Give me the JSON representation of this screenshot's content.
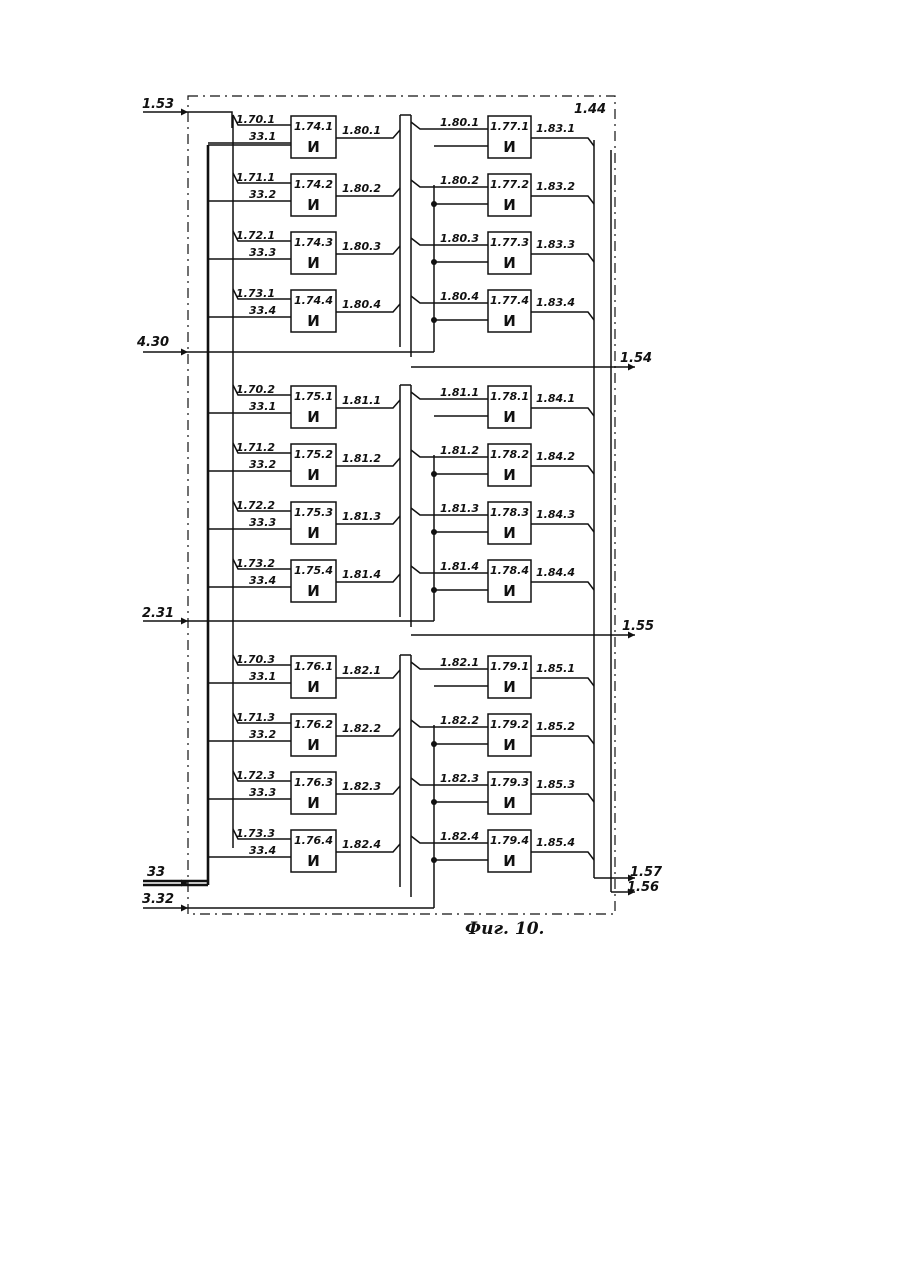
{
  "frame_label": "1.44",
  "caption": "Фиг. 10.",
  "external": {
    "in_1_53": "1.53",
    "in_4_30": "4.30",
    "in_2_31": "2.31",
    "in_33": "33",
    "in_3_32": "3.32",
    "out_1_54": "1.54",
    "out_1_55": "1.55",
    "out_1_57": "1.57",
    "out_1_56": "1.56"
  },
  "sections": [
    {
      "left": [
        {
          "in_top": "1.70.1",
          "in_bot": "33.1",
          "id": "1.74.1",
          "fn": "И",
          "out": "1.80.1"
        },
        {
          "in_top": "1.71.1",
          "in_bot": "33.2",
          "id": "1.74.2",
          "fn": "И",
          "out": "1.80.2"
        },
        {
          "in_top": "1.72.1",
          "in_bot": "33.3",
          "id": "1.74.3",
          "fn": "И",
          "out": "1.80.3"
        },
        {
          "in_top": "1.73.1",
          "in_bot": "33.4",
          "id": "1.74.4",
          "fn": "И",
          "out": "1.80.4"
        }
      ],
      "right": [
        {
          "in": "1.80.1",
          "id": "1.77.1",
          "fn": "И",
          "out": "1.83.1"
        },
        {
          "in": "1.80.2",
          "id": "1.77.2",
          "fn": "И",
          "out": "1.83.2"
        },
        {
          "in": "1.80.3",
          "id": "1.77.3",
          "fn": "И",
          "out": "1.83.3"
        },
        {
          "in": "1.80.4",
          "id": "1.77.4",
          "fn": "И",
          "out": "1.83.4"
        }
      ]
    },
    {
      "left": [
        {
          "in_top": "1.70.2",
          "in_bot": "33.1",
          "id": "1.75.1",
          "fn": "И",
          "out": "1.81.1"
        },
        {
          "in_top": "1.71.2",
          "in_bot": "33.2",
          "id": "1.75.2",
          "fn": "И",
          "out": "1.81.2"
        },
        {
          "in_top": "1.72.2",
          "in_bot": "33.3",
          "id": "1.75.3",
          "fn": "И",
          "out": "1.81.3"
        },
        {
          "in_top": "1.73.2",
          "in_bot": "33.4",
          "id": "1.75.4",
          "fn": "И",
          "out": "1.81.4"
        }
      ],
      "right": [
        {
          "in": "1.81.1",
          "id": "1.78.1",
          "fn": "И",
          "out": "1.84.1"
        },
        {
          "in": "1.81.2",
          "id": "1.78.2",
          "fn": "И",
          "out": "1.84.2"
        },
        {
          "in": "1.81.3",
          "id": "1.78.3",
          "fn": "И",
          "out": "1.84.3"
        },
        {
          "in": "1.81.4",
          "id": "1.78.4",
          "fn": "И",
          "out": "1.84.4"
        }
      ]
    },
    {
      "left": [
        {
          "in_top": "1.70.3",
          "in_bot": "33.1",
          "id": "1.76.1",
          "fn": "И",
          "out": "1.82.1"
        },
        {
          "in_top": "1.71.3",
          "in_bot": "33.2",
          "id": "1.76.2",
          "fn": "И",
          "out": "1.82.2"
        },
        {
          "in_top": "1.72.3",
          "in_bot": "33.3",
          "id": "1.76.3",
          "fn": "И",
          "out": "1.82.3"
        },
        {
          "in_top": "1.73.3",
          "in_bot": "33.4",
          "id": "1.76.4",
          "fn": "И",
          "out": "1.82.4"
        }
      ],
      "right": [
        {
          "in": "1.82.1",
          "id": "1.79.1",
          "fn": "И",
          "out": "1.85.1"
        },
        {
          "in": "1.82.2",
          "id": "1.79.2",
          "fn": "И",
          "out": "1.85.2"
        },
        {
          "in": "1.82.3",
          "id": "1.79.3",
          "fn": "И",
          "out": "1.85.3"
        },
        {
          "in": "1.82.4",
          "id": "1.79.4",
          "fn": "И",
          "out": "1.85.4"
        }
      ]
    }
  ]
}
